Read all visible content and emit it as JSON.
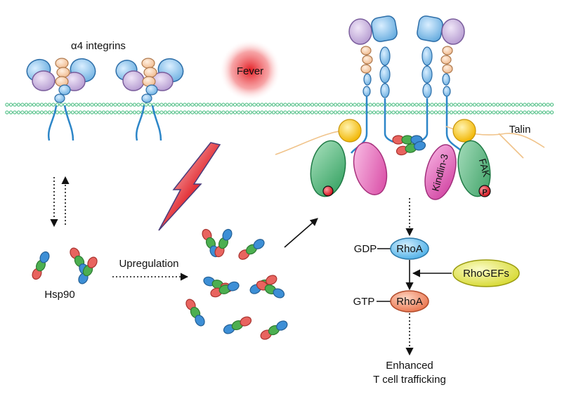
{
  "labels": {
    "integrins": "α4 integrins",
    "fever": "Fever",
    "talin": "Talin",
    "hsp90": "Hsp90",
    "upregulation": "Upregulation",
    "kindlin": "Kindlin-3",
    "fak": "FAK",
    "phospho": "P",
    "gdp": "GDP",
    "gtp": "GTP",
    "rhoa_gdp": "RhoA",
    "rhoa_gtp": "RhoA",
    "rhogefs": "RhoGEFs",
    "outcome_line1": "Enhanced",
    "outcome_line2": "T cell trafficking"
  },
  "colors": {
    "membrane": "#3cb878",
    "integrin_blue": "#2d86c8",
    "hsp_red": "#e8645f",
    "hsp_green": "#4caf50",
    "hsp_blue": "#3d8fd6",
    "fever_red": "#e31e24",
    "talin_yellow": "#f7c825",
    "rhoa_gdp": "#7cc3ec",
    "rhoa_gtp": "#ef8a66",
    "rhogefs": "#e6e85a",
    "kindlin_pink": "#e061b5",
    "fak_green": "#52b377"
  }
}
